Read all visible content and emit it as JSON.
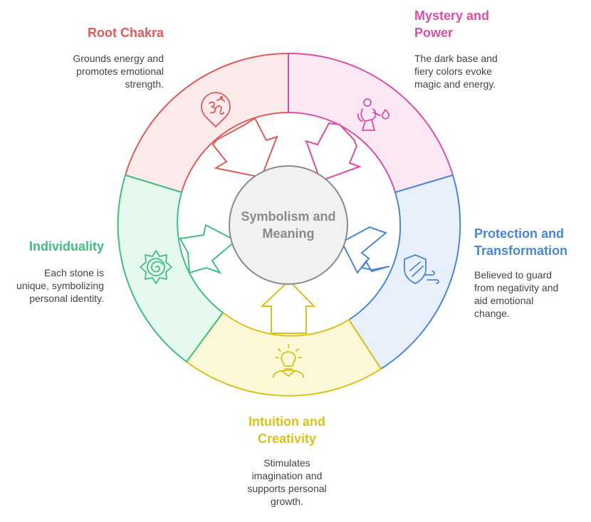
{
  "center": {
    "line1": "Symbolism and",
    "line2": "Meaning"
  },
  "segments": {
    "root_chakra": {
      "title": "Root Chakra",
      "description_lines": [
        "Grounds energy and",
        "promotes emotional",
        "strength."
      ],
      "color": "#e05a5a",
      "fill": "#fdeaea",
      "icon": "om-symbol-icon"
    },
    "mystery_power": {
      "title_lines": [
        "Mystery and",
        "Power"
      ],
      "description_lines": [
        "The dark base and",
        "fiery colors evoke",
        "magic and energy."
      ],
      "color": "#d94fa8",
      "fill": "#fce8f5",
      "icon": "sorcerer-fire-icon"
    },
    "protection": {
      "title_lines": [
        "Protection and",
        "Transformation"
      ],
      "description_lines": [
        "Believed to guard",
        "from negativity and",
        "aid emotional",
        "change."
      ],
      "color": "#4a86d6",
      "fill": "#e8f0fc",
      "icon": "shield-wind-icon"
    },
    "intuition": {
      "title_lines": [
        "Intuition and",
        "Creativity"
      ],
      "description_lines": [
        "Stimulates",
        "imagination and",
        "supports personal",
        "growth."
      ],
      "color": "#d9c21e",
      "fill": "#fdf8d6",
      "icon": "lightbulb-person-icon"
    },
    "individuality": {
      "title": "Individuality",
      "description_lines": [
        "Each stone is",
        "unique, symbolizing",
        "personal identity."
      ],
      "color": "#3fbf7f",
      "fill": "#e6f9ee",
      "icon": "spiral-badge-icon"
    }
  }
}
